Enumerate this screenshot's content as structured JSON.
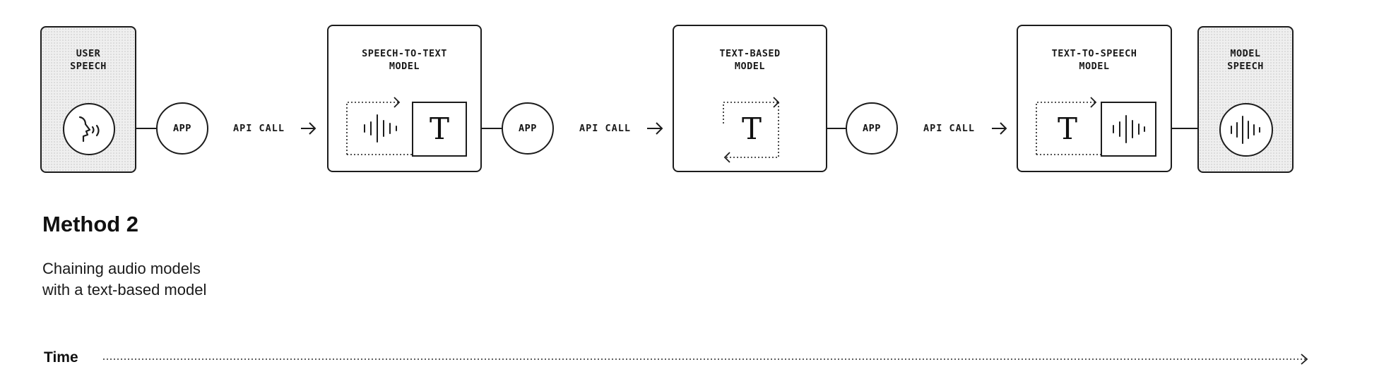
{
  "nodes": {
    "user_speech": {
      "line1": "USER",
      "line2": "SPEECH"
    },
    "stt_model": {
      "line1": "SPEECH-TO-TEXT",
      "line2": "MODEL"
    },
    "text_model": {
      "line1": "TEXT-BASED",
      "line2": "MODEL"
    },
    "tts_model": {
      "line1": "TEXT-TO-SPEECH",
      "line2": "MODEL"
    },
    "model_speech": {
      "line1": "MODEL",
      "line2": "SPEECH"
    }
  },
  "connectors": {
    "app_label": "APP",
    "api_call_label": "API CALL"
  },
  "glyphs": {
    "text_symbol": "T"
  },
  "icons": [
    "speaking-head-icon",
    "waveform-icon",
    "text-t-icon"
  ],
  "caption": {
    "title": "Method 2",
    "description_line1": "Chaining audio models",
    "description_line2": "with a text-based model"
  },
  "timeline": {
    "label": "Time"
  }
}
